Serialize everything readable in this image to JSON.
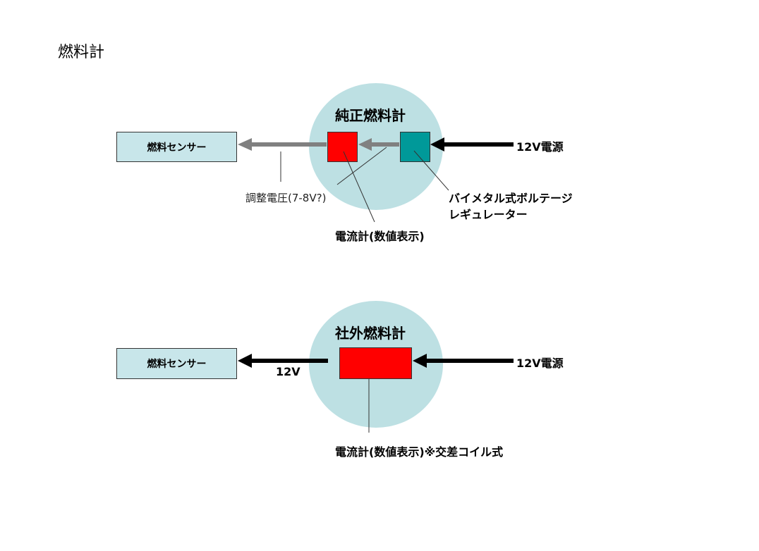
{
  "page_title": "燃料計",
  "top": {
    "circle_label": "純正燃料計",
    "sensor_label": "燃料センサー",
    "power_label": "12V電源",
    "voltage_label": "調整電圧(7-8V?)",
    "ammeter_label": "電流計(数値表示)",
    "regulator_label_line1": "バイメタル式ボルテージ",
    "regulator_label_line2": "レギュレーター"
  },
  "bottom": {
    "circle_label": "社外燃料計",
    "sensor_label": "燃料センサー",
    "power_label": "12V電源",
    "voltage_label": "12V",
    "ammeter_label": "電流計(数値表示)※交差コイル式"
  },
  "colors": {
    "circle": "#bde0e3",
    "sensor_box": "#c8e6ea",
    "ammeter": "#ff0000",
    "regulator": "#009999",
    "gray_arrow": "#808080",
    "black_arrow": "#000000"
  }
}
